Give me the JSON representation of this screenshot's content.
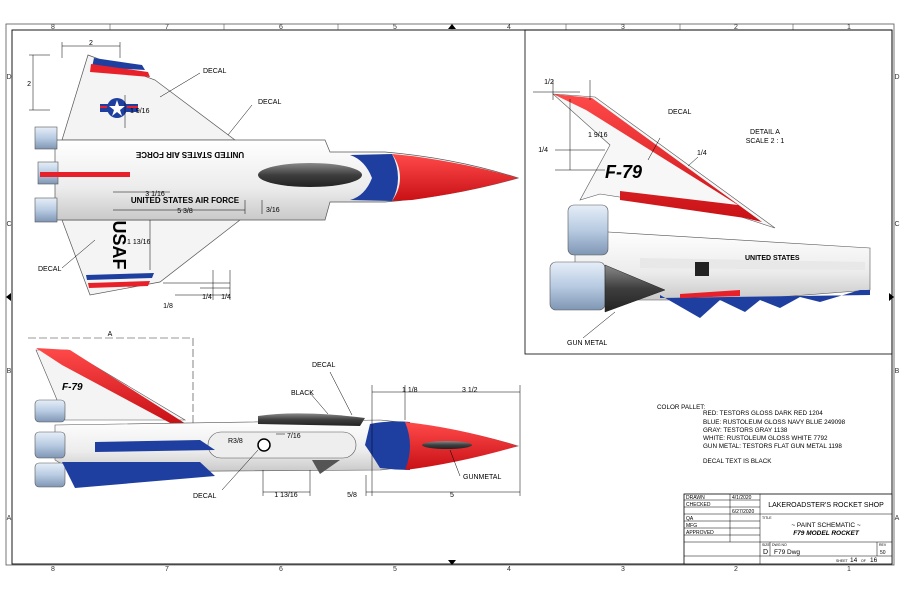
{
  "zones": {
    "top": [
      "8",
      "7",
      "6",
      "5",
      "4",
      "3",
      "2",
      "1"
    ],
    "bottom": [
      "8",
      "7",
      "6",
      "5",
      "4",
      "3",
      "2",
      "1"
    ],
    "side": [
      "D",
      "C",
      "B",
      "A"
    ]
  },
  "top_view": {
    "decal_labels": [
      "DECAL",
      "DECAL",
      "DECAL"
    ],
    "wing_text_top": "UNITED STATES AIR FORCE",
    "wing_text_bottom": "UNITED STATES AIR FORCE",
    "usaf": "USAF",
    "dims": {
      "d_2": "2",
      "d_2v": "2",
      "d_1_9_16": "1 9/16",
      "d_3_1_16": "3 1/16",
      "d_5_3_8": "5 3/8",
      "d_3_16": "3/16",
      "d_1_13_16": "1 13/16",
      "d_1_8": "1/8",
      "d_1_4a": "1/4",
      "d_1_4b": "1/4"
    }
  },
  "detail": {
    "title": "DETAIL  A",
    "scale": "SCALE 2 : 1",
    "decal": "DECAL",
    "gun_metal": "GUN METAL",
    "f79": "F-79",
    "dims": {
      "d_1_2": "1/2",
      "d_1_9_16": "1 9/16",
      "d_1_4a": "1/4",
      "d_1_4b": "1/4"
    }
  },
  "side_view": {
    "a_marker": "A",
    "decal": "DECAL",
    "black": "BLACK",
    "decal2": "DECAL",
    "gunmetal": "GUNMETAL",
    "f79": "F-79",
    "dims": {
      "d_1_1_8": "1 1/8",
      "d_3_1_2": "3 1/2",
      "d_r3_8": "R3/8",
      "d_7_16": "7/16",
      "d_1_13_16": "1 13/16",
      "d_5_8": "5/8",
      "d_5": "5"
    }
  },
  "palette": {
    "heading": "COLOR PALLET:",
    "lines": [
      "RED:  TESTORS GLOSS DARK RED 1204",
      "BLUE:  RUSTOLEUM GLOSS NAVY BLUE 249098",
      "GRAY: TESTORS GRAY 1138",
      "WHITE:  RUSTOLEUM GLOSS WHITE 7792",
      "GUN METAL: TESTORS FLAT GUN METAL 1198"
    ],
    "note": "DECAL TEXT IS BLACK"
  },
  "title_block": {
    "labels": [
      "DRAWN",
      "CHECKED",
      "QA",
      "MFG",
      "APPROVED"
    ],
    "dates": [
      "4/1/2020",
      "6/27/2020"
    ],
    "shop": "LAKEROADSTER'S ROCKET SHOP",
    "title_small": "TITLE",
    "title1": "~ PAINT SCHEMATIC ~",
    "title2": "F79 MODEL ROCKET",
    "size_label": "SIZE",
    "size": "D",
    "dwg_label": "DWG NO",
    "dwg": "F79 Dwg",
    "rev_label": "REV",
    "rev": "50",
    "sheet_label": "SHEET",
    "sheet": "14",
    "of": "OF",
    "total": "16"
  },
  "colors": {
    "red": "#e8202a",
    "blue": "#1e3fa0",
    "gray": "#d8d8d8",
    "gunmetal": "#4a4a4a",
    "engine": "#c7d6ea"
  }
}
